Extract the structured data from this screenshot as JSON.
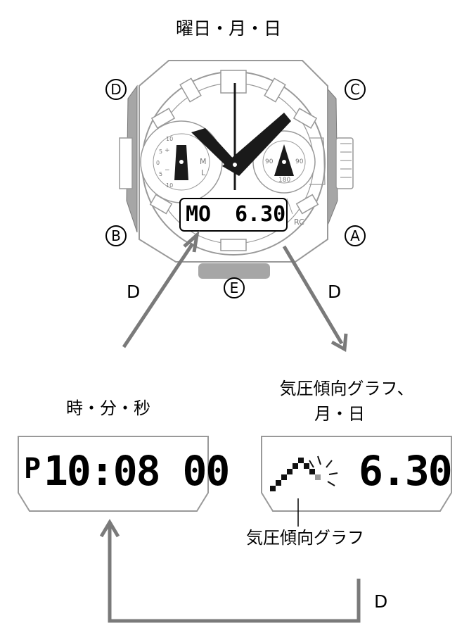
{
  "watch_caption": "曜日・月・日",
  "buttons": {
    "a": "A",
    "b": "B",
    "c": "C",
    "d": "D",
    "e": "E"
  },
  "watch_lcd": {
    "day": "MO",
    "date": "6.30"
  },
  "dial_labels": {
    "rc": "RC",
    "m": "M",
    "l": "L",
    "left_scale": [
      "10",
      "5",
      "0",
      "5",
      "10"
    ],
    "left_signs": [
      "+",
      "−"
    ],
    "right_scale": [
      "90",
      "90",
      "180"
    ]
  },
  "arrow_labels": {
    "left": "D",
    "right": "D",
    "return": "D"
  },
  "time_screen": {
    "caption": "時・分・秒",
    "pm": "P",
    "display": "10:08 00"
  },
  "baro_screen": {
    "caption_line1": "気圧傾向グラフ、",
    "caption_line2": "月・日",
    "date": "6.30",
    "graph_label": "気圧傾向グラフ"
  },
  "colors": {
    "outline": "#000000",
    "arrow": "#7a7a7a",
    "case": "#a6a6a6"
  }
}
